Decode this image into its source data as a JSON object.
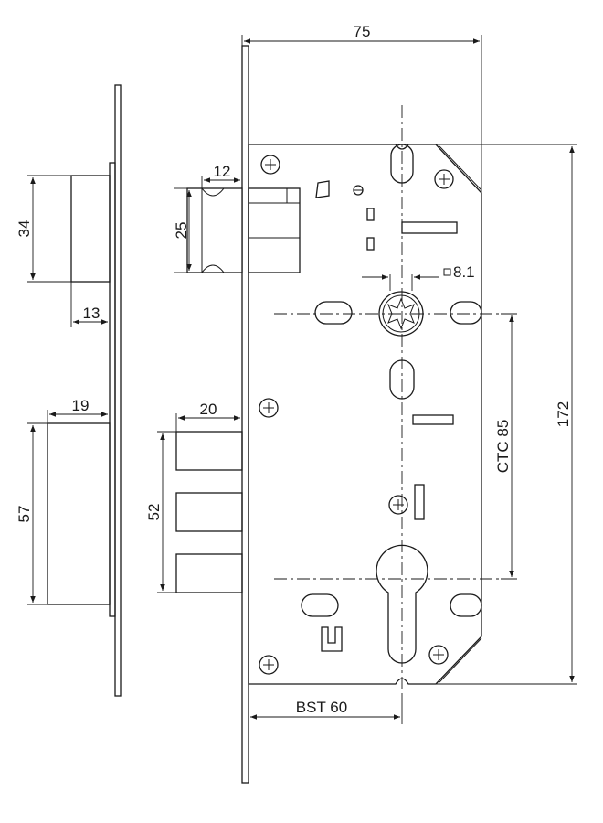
{
  "dimensions": {
    "faceplate_width": "75",
    "bolt_height": "34",
    "bolt_projection": "13",
    "latch_projection": "19",
    "latch_height": "57",
    "small_bolt_width": "12",
    "small_bolt_height": "25",
    "deadbolt_projection": "20",
    "deadbolt_height": "52",
    "spindle_square": "8.1",
    "center_to_center": "CTC 85",
    "body_height": "172",
    "backset": "BST 60"
  },
  "colors": {
    "line": "#1a1a1a",
    "background": "#ffffff"
  },
  "icons": [
    "phillips-screw-icon",
    "spindle-hub-icon",
    "euro-cylinder-icon"
  ]
}
